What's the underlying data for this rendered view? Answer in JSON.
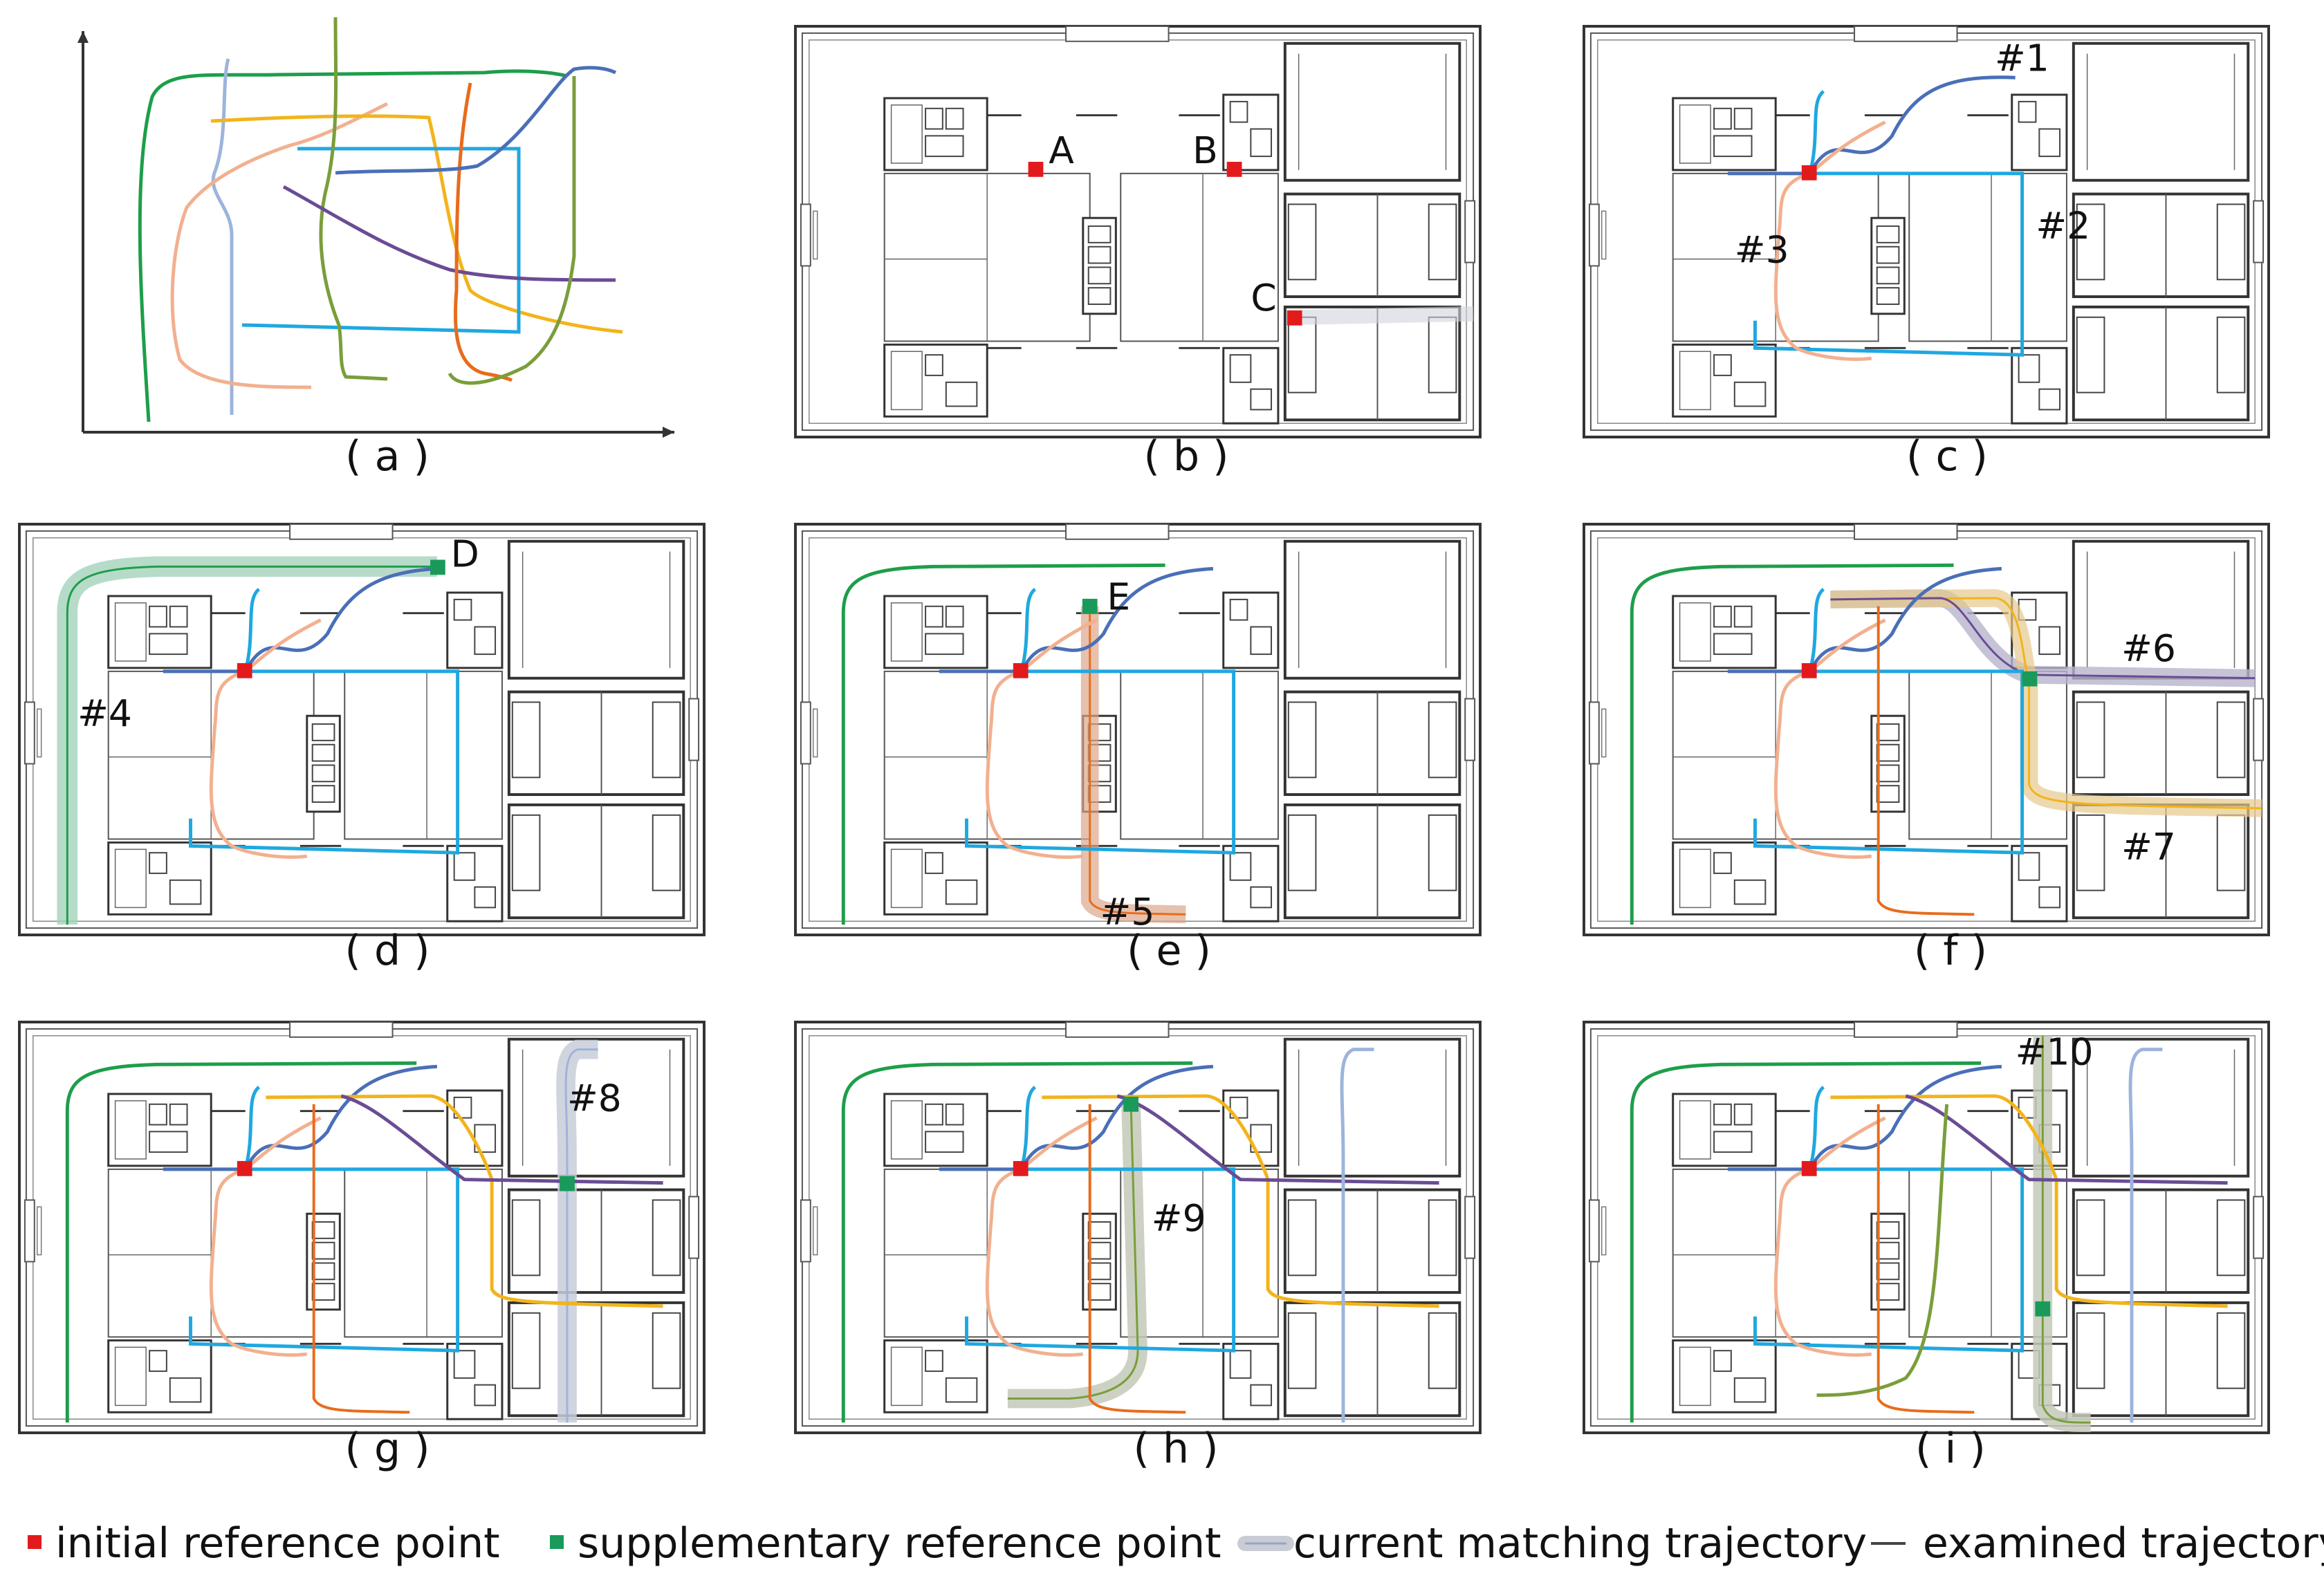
{
  "panels": [
    {
      "id": "a",
      "label": "( a )"
    },
    {
      "id": "b",
      "label": "( b )"
    },
    {
      "id": "c",
      "label": "( c )"
    },
    {
      "id": "d",
      "label": "( d )"
    },
    {
      "id": "e",
      "label": "( e )"
    },
    {
      "id": "f",
      "label": "( f )"
    },
    {
      "id": "g",
      "label": "( g )"
    },
    {
      "id": "h",
      "label": "( h )"
    },
    {
      "id": "i",
      "label": "( i )"
    }
  ],
  "annotations": {
    "point_a": "A",
    "point_b": "B",
    "point_c": "C",
    "point_d": "D",
    "point_e": "E",
    "t1": "#1",
    "t2": "#2",
    "t3": "#3",
    "t4": "#4",
    "t5": "#5",
    "t6": "#6",
    "t7": "#7",
    "t8": "#8",
    "t9": "#9",
    "t10": "#10"
  },
  "legend": [
    {
      "key": "initial",
      "label": "initial reference point",
      "color": "#e31a1c",
      "symbol": "square"
    },
    {
      "key": "supplementary",
      "label": "supplementary reference point",
      "color": "#1a9a5a",
      "symbol": "square"
    },
    {
      "key": "current",
      "label": "current matching trajectory",
      "color": "#c8ccd4",
      "symbol": "thick-line"
    },
    {
      "key": "examined",
      "label": "examined trajectory",
      "color": "#444444",
      "symbol": "thin-line"
    }
  ],
  "trajectory_colors": {
    "blue": "#4a6fb8",
    "cyan": "#1fa8e0",
    "peach": "#f2b08f",
    "green": "#1e9e4a",
    "orange": "#e86c1c",
    "purple": "#6a4c94",
    "yellow": "#f2b41c",
    "lightblue": "#9db4dc",
    "olive": "#7a9e3a"
  }
}
